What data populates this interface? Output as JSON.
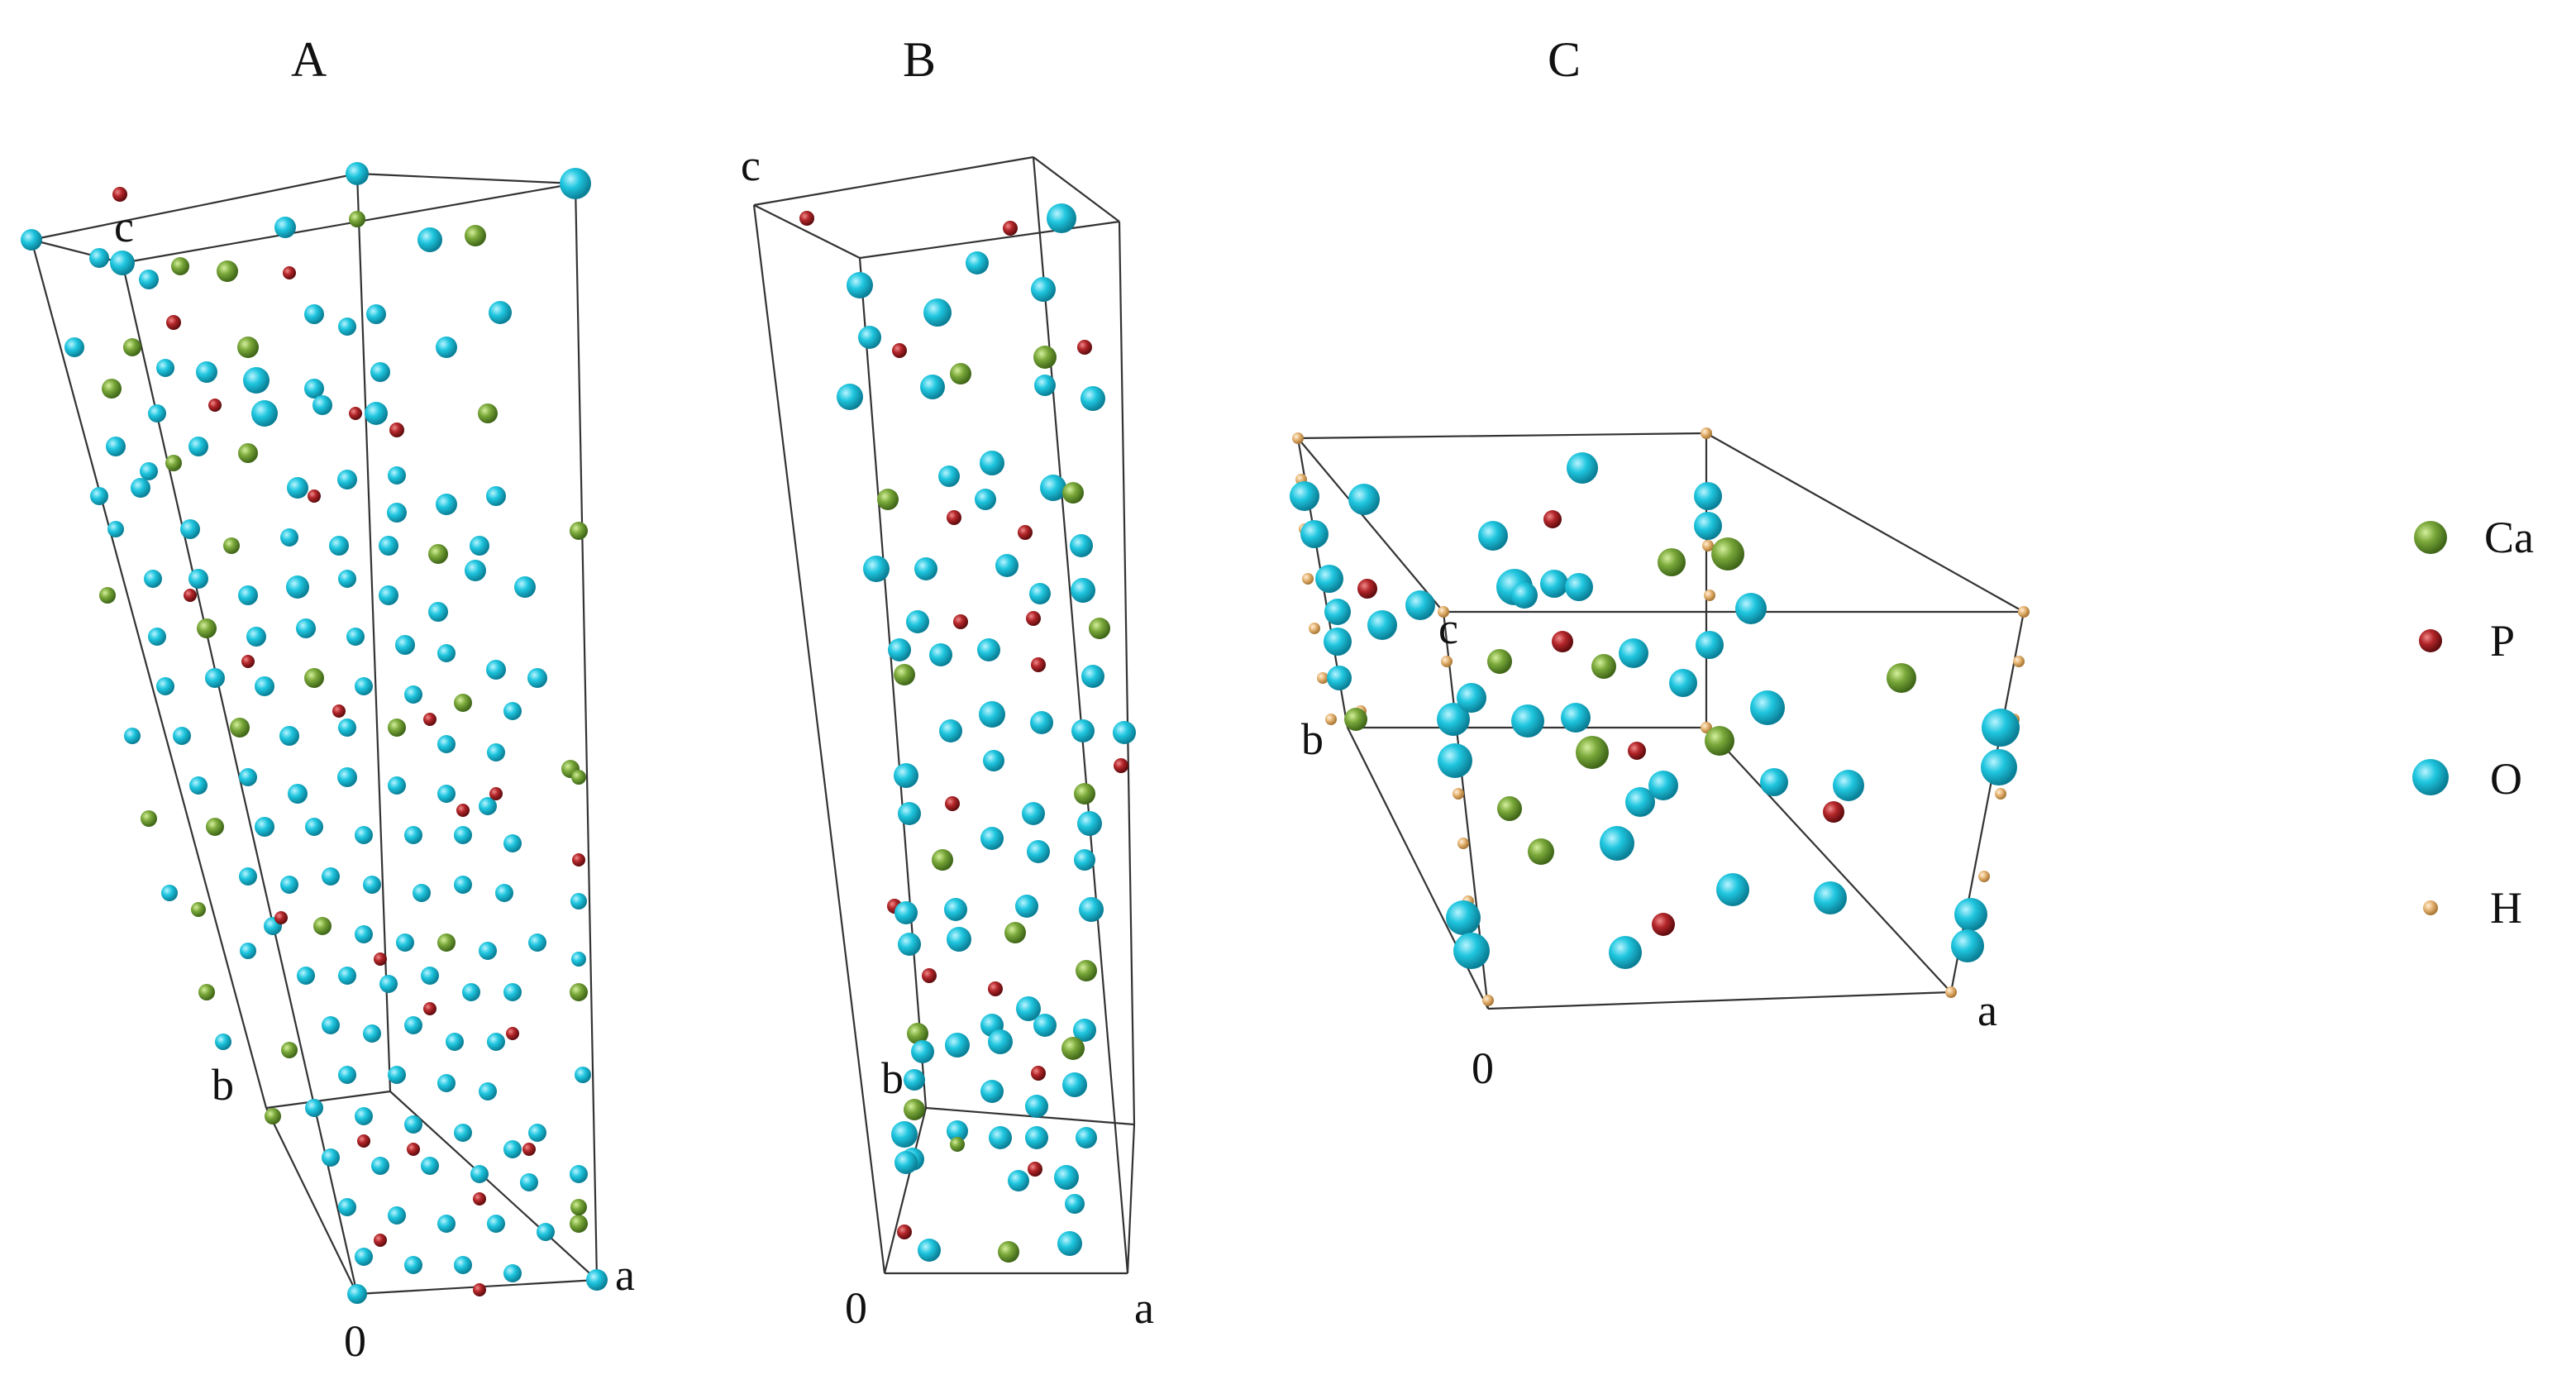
{
  "panels": [
    {
      "id": "A",
      "title": "A",
      "axes": {
        "origin": "0",
        "a": "a",
        "b": "b",
        "c": "c"
      }
    },
    {
      "id": "B",
      "title": "B",
      "axes": {
        "origin": "0",
        "a": "a",
        "b": "b",
        "c": "c"
      }
    },
    {
      "id": "C",
      "title": "C",
      "axes": {
        "origin": "0",
        "a": "a",
        "b": "b",
        "c": "c"
      }
    }
  ],
  "legend": {
    "items": [
      {
        "symbol": "Ca",
        "color": "#7aa83a"
      },
      {
        "symbol": "P",
        "color": "#b3262a"
      },
      {
        "symbol": "O",
        "color": "#1fc6df"
      },
      {
        "symbol": "H",
        "color": "#e8b777"
      }
    ]
  }
}
